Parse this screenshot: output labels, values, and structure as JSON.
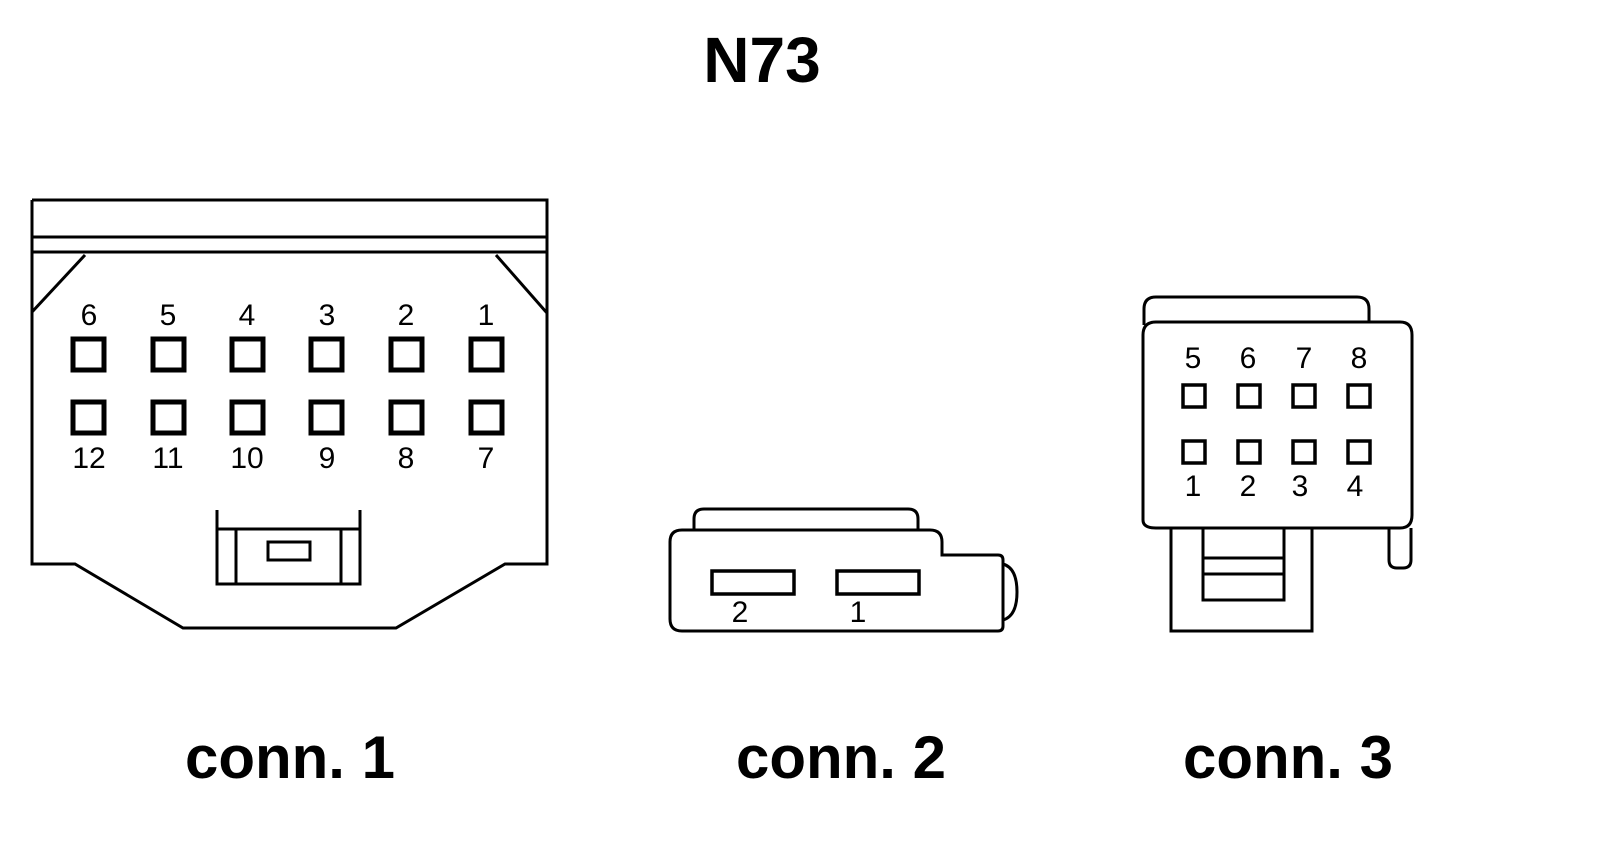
{
  "title": "N73",
  "connectors": [
    {
      "caption": "conn. 1",
      "top_row_pins": [
        "6",
        "5",
        "4",
        "3",
        "2",
        "1"
      ],
      "bottom_row_pins": [
        "12",
        "11",
        "10",
        "9",
        "8",
        "7"
      ]
    },
    {
      "caption": "conn. 2",
      "pins": [
        "2",
        "1"
      ]
    },
    {
      "caption": "conn. 3",
      "top_row_pins": [
        "5",
        "6",
        "7",
        "8"
      ],
      "bottom_row_pins": [
        "1",
        "2",
        "3",
        "4"
      ]
    }
  ]
}
